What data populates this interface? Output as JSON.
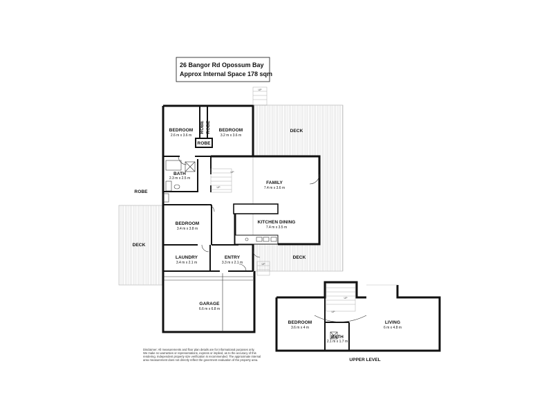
{
  "header": {
    "address": "26 Bangor Rd Opossum Bay",
    "internal_space": "Approx Internal Space 178 sqm"
  },
  "rooms": {
    "bedroom1": {
      "name": "BEDROOM",
      "size": "2.6 m x 3.6 m"
    },
    "bedroom2": {
      "name": "BEDROOM",
      "size": "3.2 m x 3.6 m"
    },
    "robe1": {
      "name": "ROBE"
    },
    "robe2": {
      "name": "ROBE"
    },
    "robe3": {
      "name": "ROBE"
    },
    "robe_outside": {
      "name": "ROBE"
    },
    "bath": {
      "name": "BATH",
      "size": "2.3 m x 2.5 m"
    },
    "family": {
      "name": "FAMILY",
      "size": "7.4 m x 3.6 m"
    },
    "kitchen": {
      "name": "KITCHEN DINING",
      "size": "7.4 m x 3.5 m"
    },
    "bedroom3": {
      "name": "BEDROOM",
      "size": "3.4 m x 3.8 m"
    },
    "laundry": {
      "name": "LAUNDRY",
      "size": "3.4 m x 2.1 m"
    },
    "entry": {
      "name": "ENTRY",
      "size": "3.3 m x 2.1 m"
    },
    "garage": {
      "name": "GARAGE",
      "size": "6.6 m x 6.8 m"
    },
    "deck_top": {
      "name": "DECK"
    },
    "deck_left": {
      "name": "DECK"
    },
    "deck_bottom": {
      "name": "DECK"
    },
    "upper_bedroom": {
      "name": "BEDROOM",
      "size": "3.6 m x 4 m"
    },
    "upper_living": {
      "name": "LIVING",
      "size": "6 m x 4.8 m"
    },
    "upper_bath": {
      "name": "BATH",
      "size": "2.1 m x 1.7 m"
    }
  },
  "stairs": {
    "up_label": "UP"
  },
  "upper_level_label": "UPPER LEVEL",
  "disclaimer": [
    "Disclaimer: All measurements and floor plan details are for informational purposes only.",
    "We make no warranties or representations, express or implied, as to the accuracy of this",
    "rendering. Independent property size verification is recommended. The approximate internal",
    "area measurement does not directly reflect the goverment evaluation of the property area."
  ]
}
